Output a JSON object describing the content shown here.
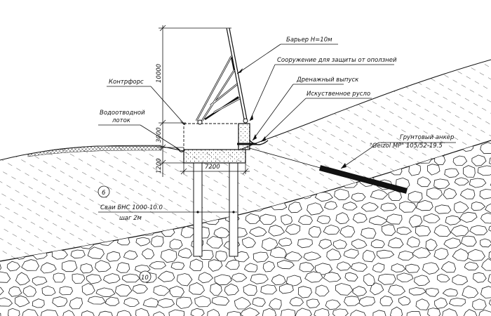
{
  "labels": {
    "barrier": "Барьер H=10м",
    "structure": "Сооружение для защиты от оползней",
    "drainage": "Дренажный выпуск",
    "channel": "Искуственное русло",
    "counterfort": "Контрфорс",
    "gutter_line1": "Водоотводной",
    "gutter_line2": "лоток",
    "anchor_line1": "Грунтовый анкер",
    "anchor_line2": "\"Geizol MP\" 105/52-19.5",
    "piles_line1": "Сваи БНС 1000-10.0",
    "piles_line2": "шаг 2м"
  },
  "dimensions": {
    "height_barrier": "10000",
    "height_counterfort": "3000",
    "height_grillage": "1200",
    "width_grillage": "7200"
  },
  "soil_layers": {
    "layer_upper": "6",
    "layer_lower": "10"
  }
}
